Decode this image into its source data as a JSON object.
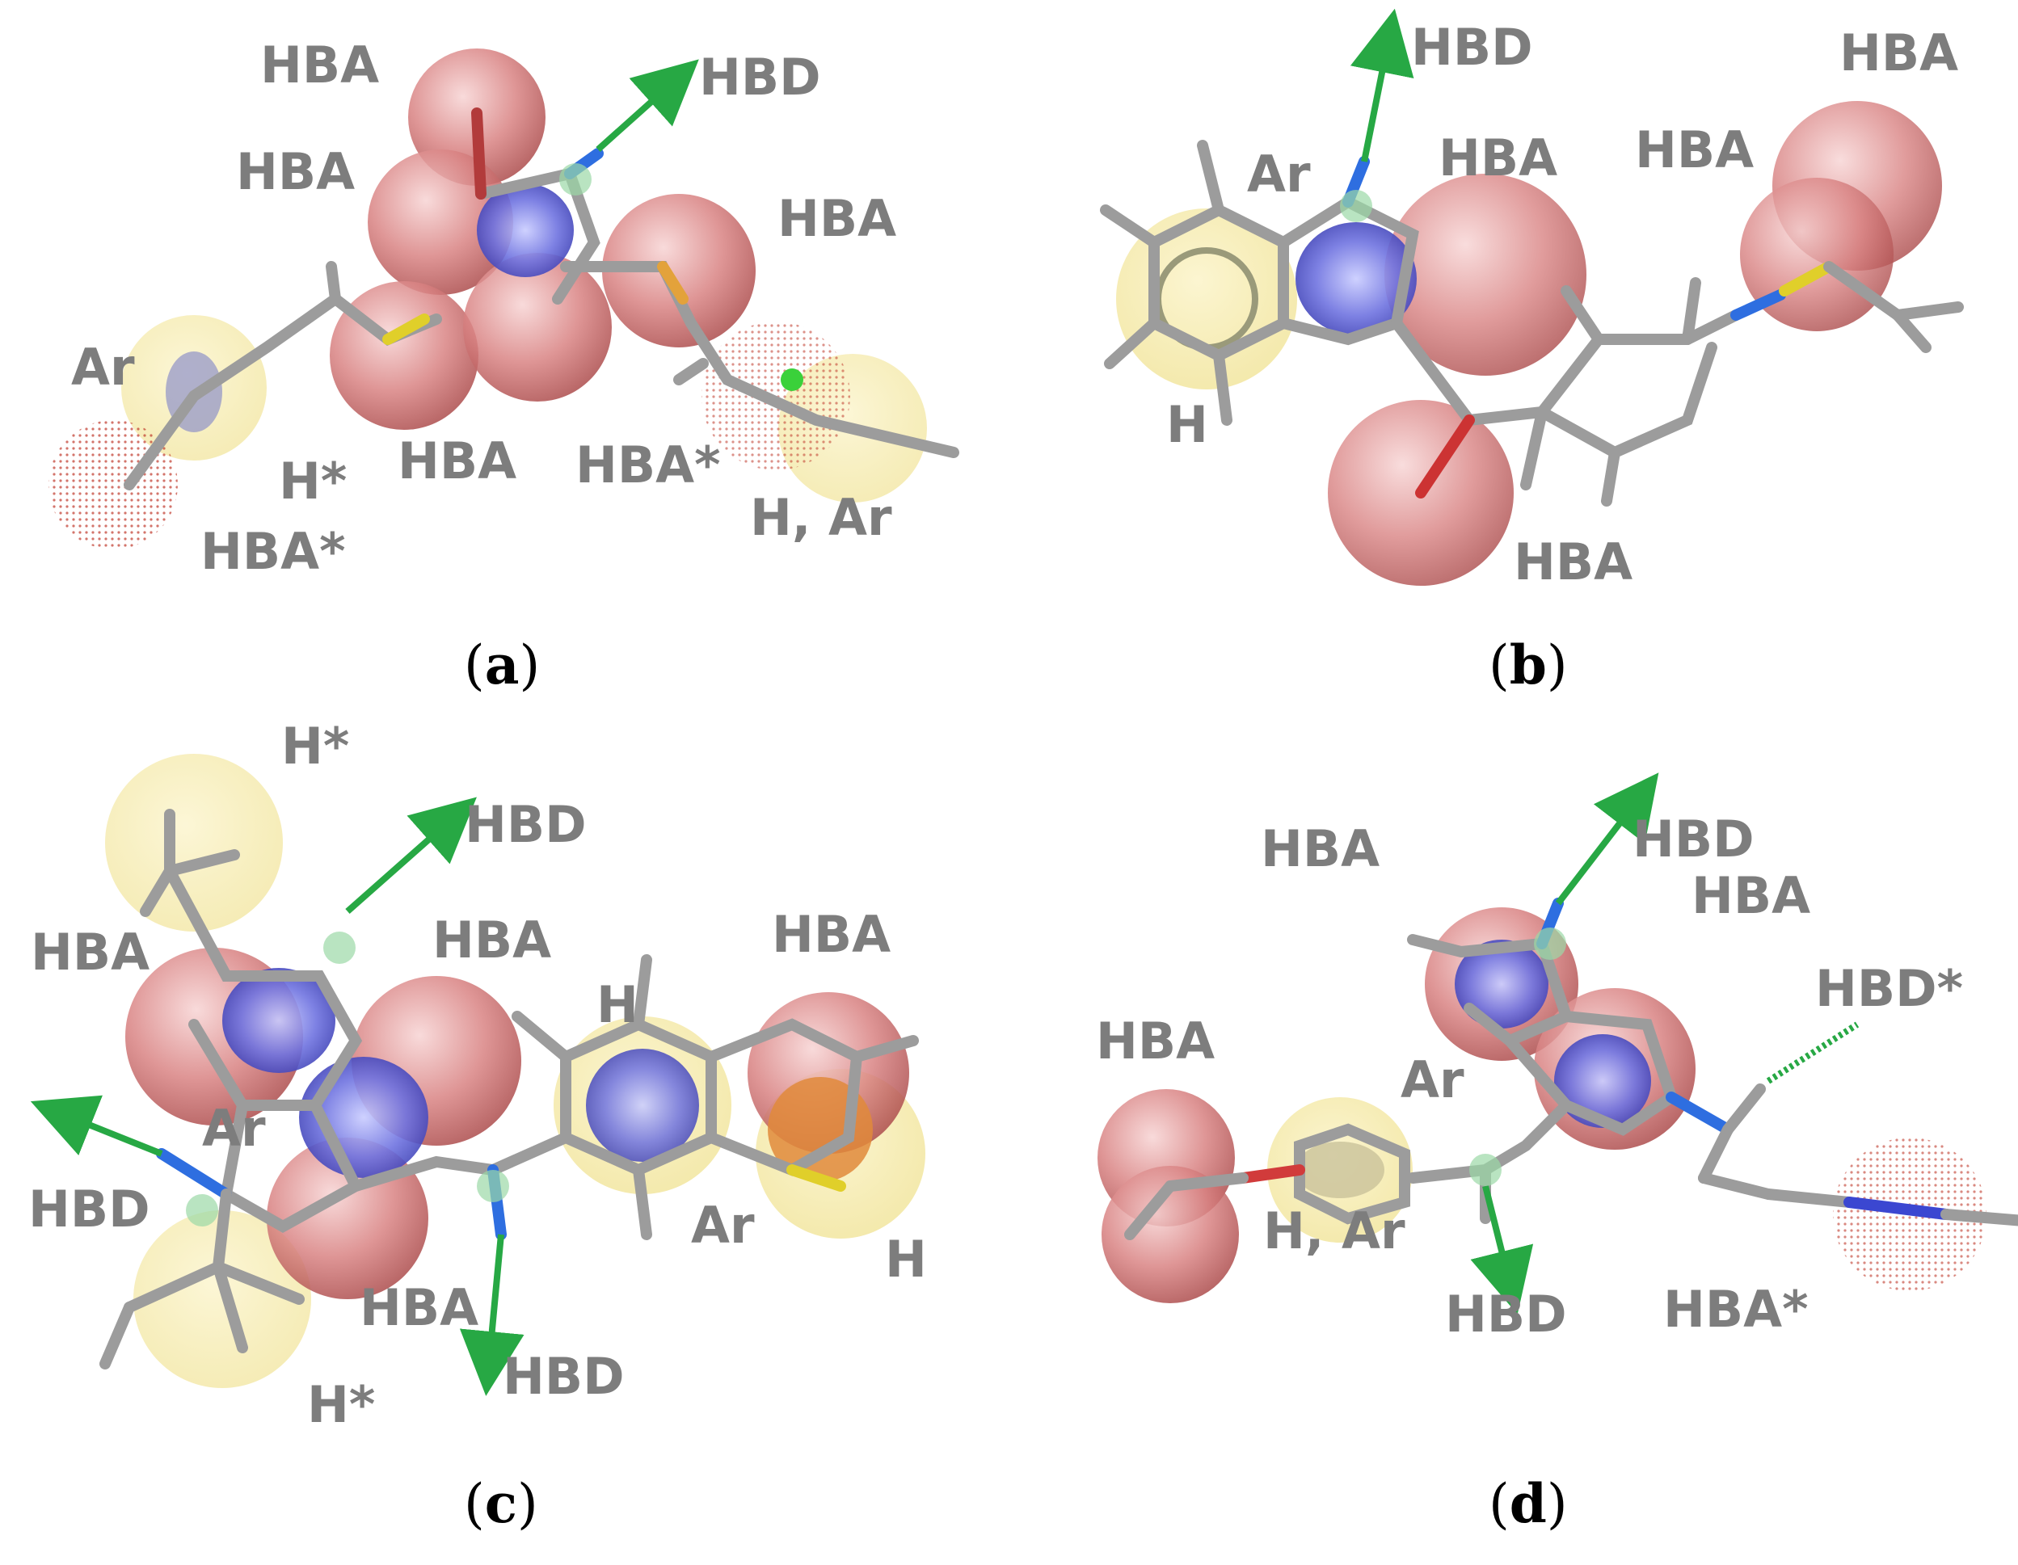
{
  "panels": {
    "a": {
      "caption_letter": "a",
      "labels": [
        "HBA",
        "HBD",
        "HBA",
        "HBA",
        "Ar",
        "H*",
        "HBA*",
        "HBA",
        "HBA*",
        "H, Ar"
      ]
    },
    "b": {
      "caption_letter": "b",
      "labels": [
        "HBD",
        "HBA",
        "Ar",
        "HBA",
        "HBA",
        "H",
        "HBA"
      ]
    },
    "c": {
      "caption_letter": "c",
      "labels": [
        "H*",
        "HBD",
        "HBA",
        "HBA",
        "HBA",
        "H",
        "Ar",
        "HBD",
        "HBA",
        "HBD",
        "Ar",
        "H",
        "H*"
      ]
    },
    "d": {
      "caption_letter": "d",
      "labels": [
        "HBD",
        "HBA",
        "HBA",
        "HBD*",
        "HBA",
        "Ar",
        "H, Ar",
        "HBD",
        "HBA*"
      ]
    }
  },
  "colors": {
    "acceptor": "#c0392b",
    "donor": "#27a844",
    "hydrophobe": "#f1e08a",
    "ring": "#5a5fd6",
    "bond": "#9a9a9a",
    "label": "#7d7d7d"
  }
}
